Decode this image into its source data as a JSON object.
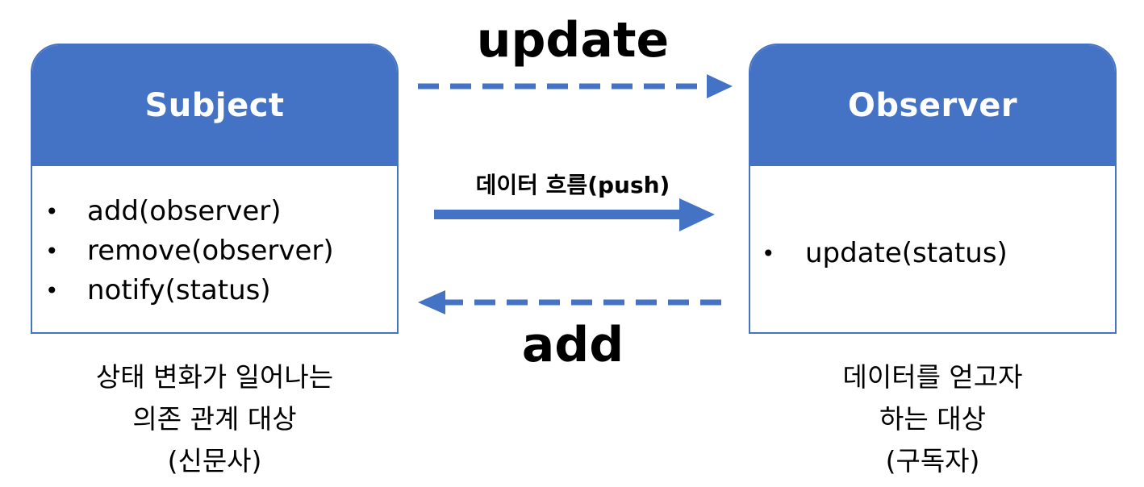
{
  "subject": {
    "title": "Subject",
    "methods": [
      "add(observer)",
      "remove(observer)",
      "notify(status)"
    ],
    "caption": [
      "상태 변화가 일어나는",
      "의존 관계 대상",
      "(신문사)"
    ]
  },
  "observer": {
    "title": "Observer",
    "methods": [
      "update(status)"
    ],
    "caption": [
      "데이터를 얻고자",
      "하는 대상",
      "(구독자)"
    ]
  },
  "edges": {
    "update_label": "update",
    "push_label": "데이터 흐름(push)",
    "add_label": "add"
  },
  "bullet_symbol": "•",
  "colors": {
    "accent": "#4472c4",
    "header_text": "#ffffff",
    "body_text": "#000000"
  }
}
